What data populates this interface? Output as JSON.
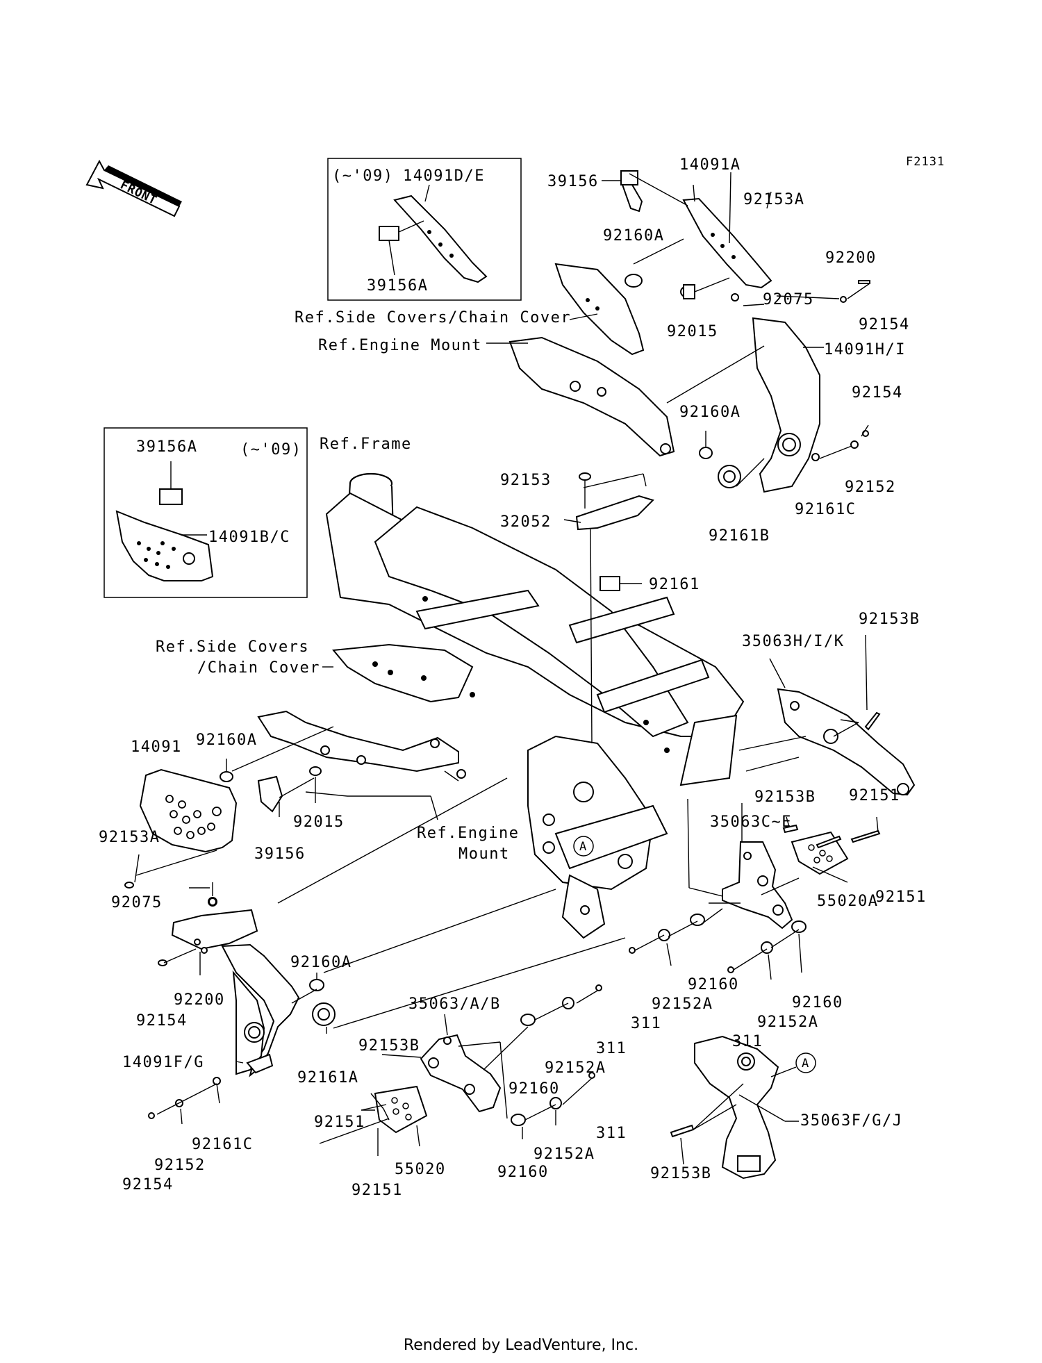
{
  "figure_code": "F2131",
  "front_arrow_label": "FRONT",
  "inset_top": {
    "note": "(~'09)",
    "parts": [
      "14091D/E",
      "39156A"
    ]
  },
  "inset_left": {
    "note": "(~'09)",
    "parts": [
      "39156A",
      "14091B/C"
    ]
  },
  "callout_letter": "A",
  "labels": {
    "p39156_top": "39156",
    "p14091A": "14091A",
    "p92153A_top": "92153A",
    "p92160A_top": "92160A",
    "p92200_top": "92200",
    "ref_side_covers_top": "Ref.Side Covers/Chain Cover",
    "p92075_top": "92075",
    "p92154_top": "92154",
    "p92015_top": "92015",
    "ref_engine_mount_top": "Ref.Engine Mount",
    "p14091HI": "14091H/I",
    "p92160A_mid": "92160A",
    "p92154_mid": "92154",
    "ref_frame": "Ref.Frame",
    "p92152_right": "92152",
    "p92161C_right": "92161C",
    "p92161B": "92161B",
    "p92153": "92153",
    "p32052": "32052",
    "p92161": "92161",
    "p92153B_r1": "92153B",
    "p35063HIK": "35063H/I/K",
    "ref_side_covers_l1": "Ref.Side Covers",
    "ref_side_covers_l2": "/Chain Cover",
    "p14091": "14091",
    "p92160A_left": "92160A",
    "p92015_left": "92015",
    "p39156_left": "39156",
    "p92153A_left": "92153A",
    "ref_engine_mount_l1": "Ref.Engine",
    "ref_engine_mount_l2": "Mount",
    "p92075_left": "92075",
    "p92153B_r2": "92153B",
    "p92151_r1": "92151",
    "p35063CE": "35063C~E",
    "p92151_r2": "92151",
    "p55020A": "55020A",
    "p92160A_low": "92160A",
    "p92200_left": "92200",
    "p92154_left": "92154",
    "p14091FG": "14091F/G",
    "p92161A": "92161A",
    "p35063AB": "35063/A/B",
    "p92160_r1": "92160",
    "p92152A_r1": "92152A",
    "p311_r1": "311",
    "p92160_r2": "92160",
    "p92152A_r2": "92152A",
    "p311_r2": "311",
    "p311_c1": "311",
    "p92152A_c1": "92152A",
    "p92153B_c": "92153B",
    "p92160_c1": "92160",
    "p92151_c": "92151",
    "p92161C_left": "92161C",
    "p92152_left": "92152",
    "p92154_bottom": "92154",
    "p55020": "55020",
    "p92151_c2": "92151",
    "p311_c2": "311",
    "p92152A_c2": "92152A",
    "p92160_c2": "92160",
    "p35063FGJ": "35063F/G/J",
    "p92153B_bottom": "92153B"
  },
  "footer": "Rendered by LeadVenture, Inc."
}
